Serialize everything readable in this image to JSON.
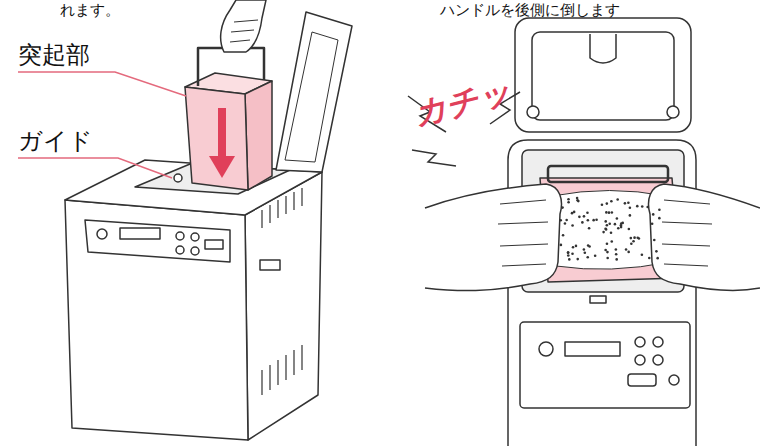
{
  "diagram": {
    "labels": [
      "れます。",
      "ハンドルを後側に倒します",
      "突起部",
      "ガイド",
      "カチッ"
    ]
  }
}
